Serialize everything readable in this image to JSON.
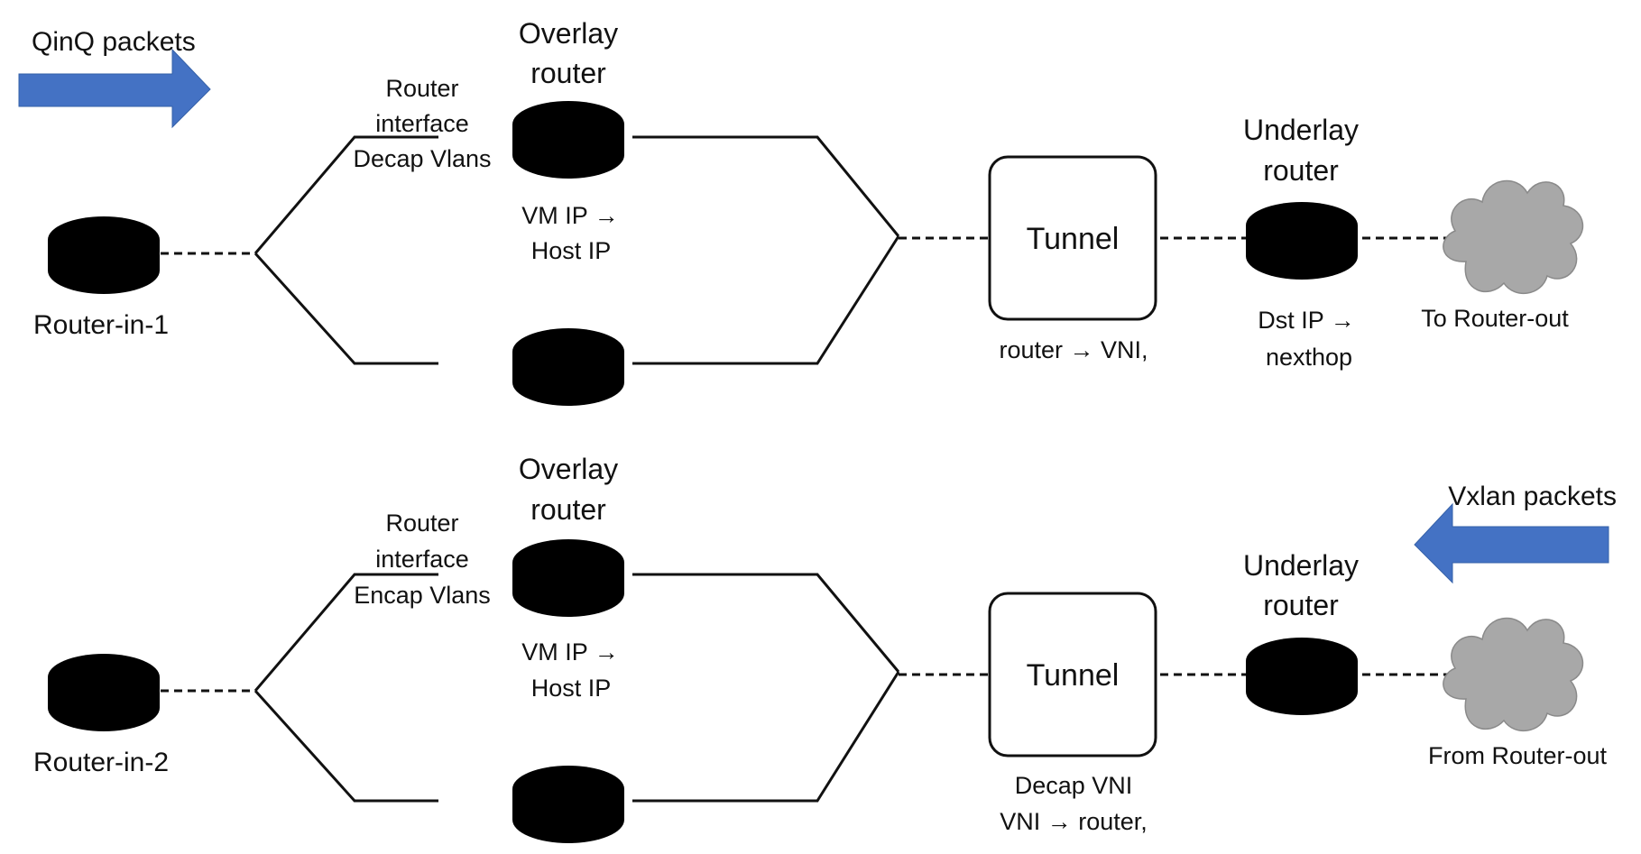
{
  "colors": {
    "arrow_fill": "#4472c4",
    "router_in_body": "#dedede",
    "router_in_arrows": "#d92020",
    "overlay_router_body": "#d8c8b6",
    "overlay_router_arrows": "#3a3a3a",
    "underlay_router_body": "#ece36a",
    "underlay_router_arrows": "#3a3a3a",
    "cloud_fill": "#a8a8a8",
    "line": "#111111"
  },
  "top": {
    "incoming_arrow_label": "QinQ packets",
    "router_in_label": "Router-in-1",
    "overlay_title_line1": "Overlay",
    "overlay_title_line2": "router",
    "rif_line1": "Router",
    "rif_line2": "interface",
    "rif_line3": "Decap Vlans",
    "vm_ip_line1": "VM IP →",
    "vm_ip_line2": "Host IP",
    "tunnel_label": "Tunnel",
    "tunnel_note": "router → VNI,",
    "underlay_title_line1": "Underlay",
    "underlay_title_line2": "router",
    "dst_line1": "Dst IP →",
    "dst_line2": "nexthop",
    "cloud_label": "To Router-out"
  },
  "bottom": {
    "incoming_arrow_label": "Vxlan packets",
    "router_in_label": "Router-in-2",
    "overlay_title_line1": "Overlay",
    "overlay_title_line2": "router",
    "rif_line1": "Router",
    "rif_line2": "interface",
    "rif_line3": "Encap Vlans",
    "vm_ip_line1": "VM IP →",
    "vm_ip_line2": "Host IP",
    "tunnel_label": "Tunnel",
    "tunnel_note_line1": "Decap VNI",
    "tunnel_note_line2": "VNI → router,",
    "underlay_title_line1": "Underlay",
    "underlay_title_line2": "router",
    "cloud_label": "From Router-out"
  }
}
